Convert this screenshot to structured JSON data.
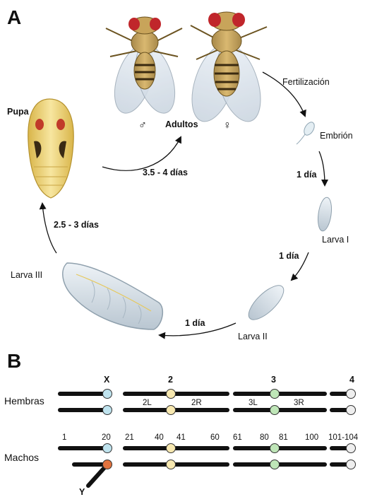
{
  "panel_a": {
    "letter": "A",
    "stages": {
      "adults": "Adultos",
      "embryo": "Embrión",
      "larva1": "Larva I",
      "larva2": "Larva II",
      "larva3": "Larva III",
      "pupa": "Pupa"
    },
    "symbols": {
      "male": "♂",
      "female": "♀"
    },
    "transitions": {
      "fertilization": "Fertilización",
      "embryo_to_l1": "1 día",
      "l1_to_l2": "1 día",
      "l2_to_l3": "1 día",
      "l3_to_pupa": "2.5 - 3 días",
      "pupa_to_adult": "3.5 - 4 días"
    }
  },
  "panel_b": {
    "letter": "B",
    "chromosomes": {
      "x": "X",
      "two": "2",
      "three": "3",
      "four": "4"
    },
    "arms": {
      "two_left": "2L",
      "two_right": "2R",
      "three_left": "3L",
      "three_right": "3R"
    },
    "rows": {
      "females": "Hembras",
      "males": "Machos"
    },
    "bands": {
      "b1": "1",
      "b20": "20",
      "b21": "21",
      "b40": "40",
      "b41": "41",
      "b60": "60",
      "b61": "61",
      "b80": "80",
      "b81": "81",
      "b100": "100",
      "b101_104": "101-104"
    },
    "y_label": "Y",
    "colors": {
      "x_centromere": "#bfe3ee",
      "chr2_centromere": "#f7e8b0",
      "chr3_centromere": "#bfe6b8",
      "chr4_centromere": "#eeeeee",
      "y_centromere": "#e2733f"
    }
  }
}
